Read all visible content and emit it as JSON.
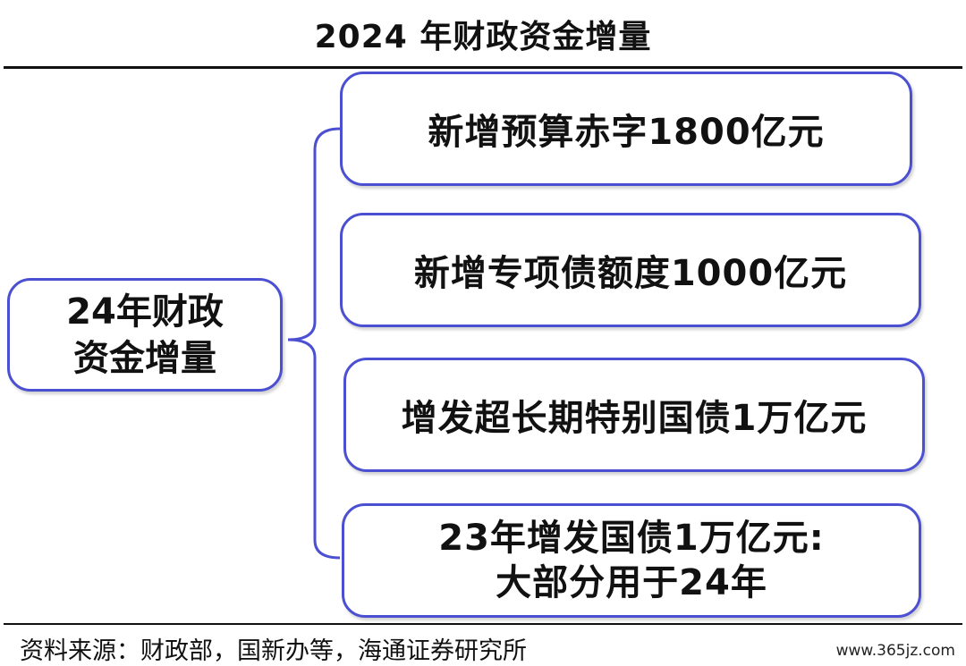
{
  "title": "2024 年财政资金增量",
  "root": {
    "line1": "24年财政",
    "line2": "资金增量"
  },
  "items": [
    {
      "lines": [
        "新增预算赤字1800亿元"
      ]
    },
    {
      "lines": [
        "新增专项债额度1000亿元"
      ]
    },
    {
      "lines": [
        "增发超长期特别国债1万亿元"
      ]
    },
    {
      "lines": [
        "23年增发国债1万亿元:",
        "大部分用于24年"
      ]
    }
  ],
  "source": "资料来源：财政部，国新办等，海通证券研究所",
  "watermark": "www.365jz.com",
  "colors": {
    "box_border": "#4b4fd1",
    "connector": "#4b4fd1",
    "text": "#111111"
  }
}
